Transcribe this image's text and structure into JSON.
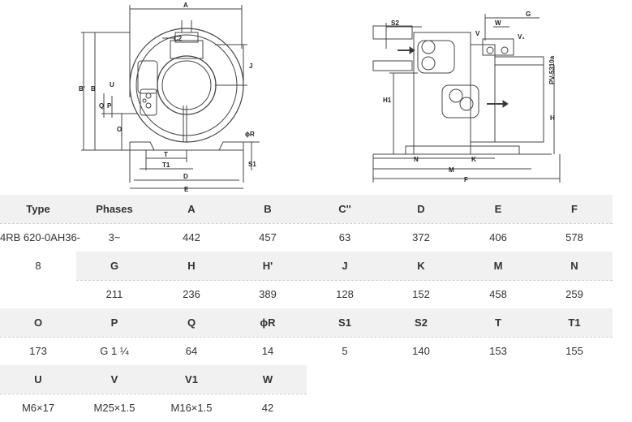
{
  "drawing": {
    "left_labels": {
      "A": "A",
      "B_prime": "B'",
      "B": "B",
      "C2": "C2",
      "J": "J",
      "U": "U",
      "Q": "Q",
      "P": "P",
      "O": "O",
      "R": "ϕR",
      "S1": "S1",
      "T": "T",
      "T1": "T1",
      "D": "D",
      "E": "E"
    },
    "right_labels": {
      "S2": "S2",
      "G": "G",
      "W": "W",
      "V": "V",
      "V1": "V₁",
      "model": "PV-5310a",
      "H1": "H1",
      "H": "H",
      "N": "N",
      "K": "K",
      "M": "M",
      "F": "F"
    }
  },
  "table": {
    "rows": [
      {
        "type": "header",
        "cells": [
          "Type",
          "Phases",
          "A",
          "B",
          "C''",
          "D",
          "E",
          "F"
        ]
      },
      {
        "type": "value",
        "cells": [
          "4RB 620-0AH36-",
          "3~",
          "442",
          "457",
          "63",
          "372",
          "406",
          "578"
        ]
      },
      {
        "type": "header",
        "cells": [
          "8",
          "G",
          "H",
          "H'",
          "J",
          "K",
          "M",
          "N"
        ]
      },
      {
        "type": "value",
        "cells": [
          "",
          "211",
          "236",
          "389",
          "128",
          "152",
          "458",
          "259"
        ]
      },
      {
        "type": "header",
        "cells": [
          "O",
          "P",
          "Q",
          "ϕR",
          "S1",
          "S2",
          "T",
          "T1"
        ]
      },
      {
        "type": "value",
        "cells": [
          "173",
          "G 1 ¼",
          "64",
          "14",
          "5",
          "140",
          "153",
          "155"
        ]
      },
      {
        "type": "header",
        "cells": [
          "U",
          "V",
          "V1",
          "W"
        ]
      },
      {
        "type": "value",
        "cells": [
          "M6×17",
          "M25×1.5",
          "M16×1.5",
          "42"
        ]
      }
    ]
  }
}
